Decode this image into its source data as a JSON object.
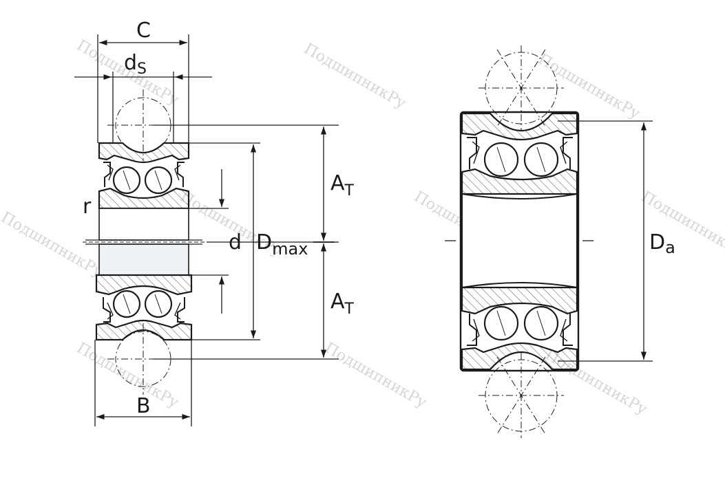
{
  "labels": {
    "C": "C",
    "ds_main": "d",
    "ds_sub": "S",
    "r": "r",
    "d": "d",
    "Dmax_main": "D",
    "Dmax_sub": "max",
    "AT_top_main": "A",
    "AT_top_sub": "T",
    "AT_bottom_main": "A",
    "AT_bottom_sub": "T",
    "B": "B",
    "Da_main": "D",
    "Da_sub": "a"
  },
  "watermark": "ПодшипникРу",
  "colors": {
    "line": "#1a1a1a",
    "hatch": "#555555",
    "watermark": "#d6d6d6",
    "bore_fill": "#eef2f5"
  }
}
